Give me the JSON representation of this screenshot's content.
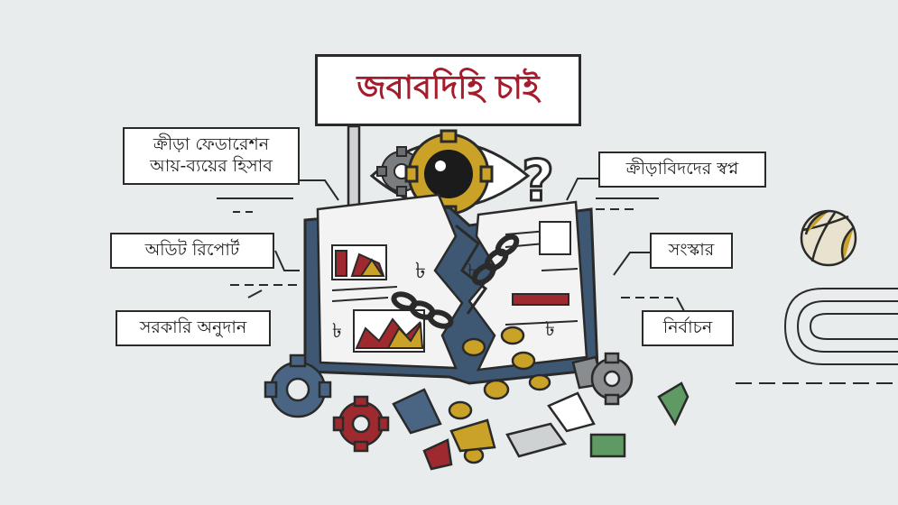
{
  "title": "জবাবদিহি চাই",
  "labels": {
    "federation_accounts_line1": "ক্রীড়া ফেডারেশন",
    "federation_accounts_line2": "আয়-ব্যয়ের হিসাব",
    "audit_report": "অডিট রিপোর্ট",
    "government_grant": "সরকারি অনুদান",
    "athletes_dream": "ক্রীড়াবিদদের স্বপ্ন",
    "reform": "সংস্কার",
    "election": "নির্বাচন"
  },
  "symbols": {
    "currency": "৳",
    "question": "?"
  },
  "colors": {
    "title_red": "#a51d2d",
    "accent_red": "#9e2a2f",
    "accent_gold": "#c9a227",
    "accent_blue": "#4a6583",
    "accent_green": "#5f9a65",
    "accent_gray": "#8a8d8f",
    "outline": "#2a2a2a"
  }
}
